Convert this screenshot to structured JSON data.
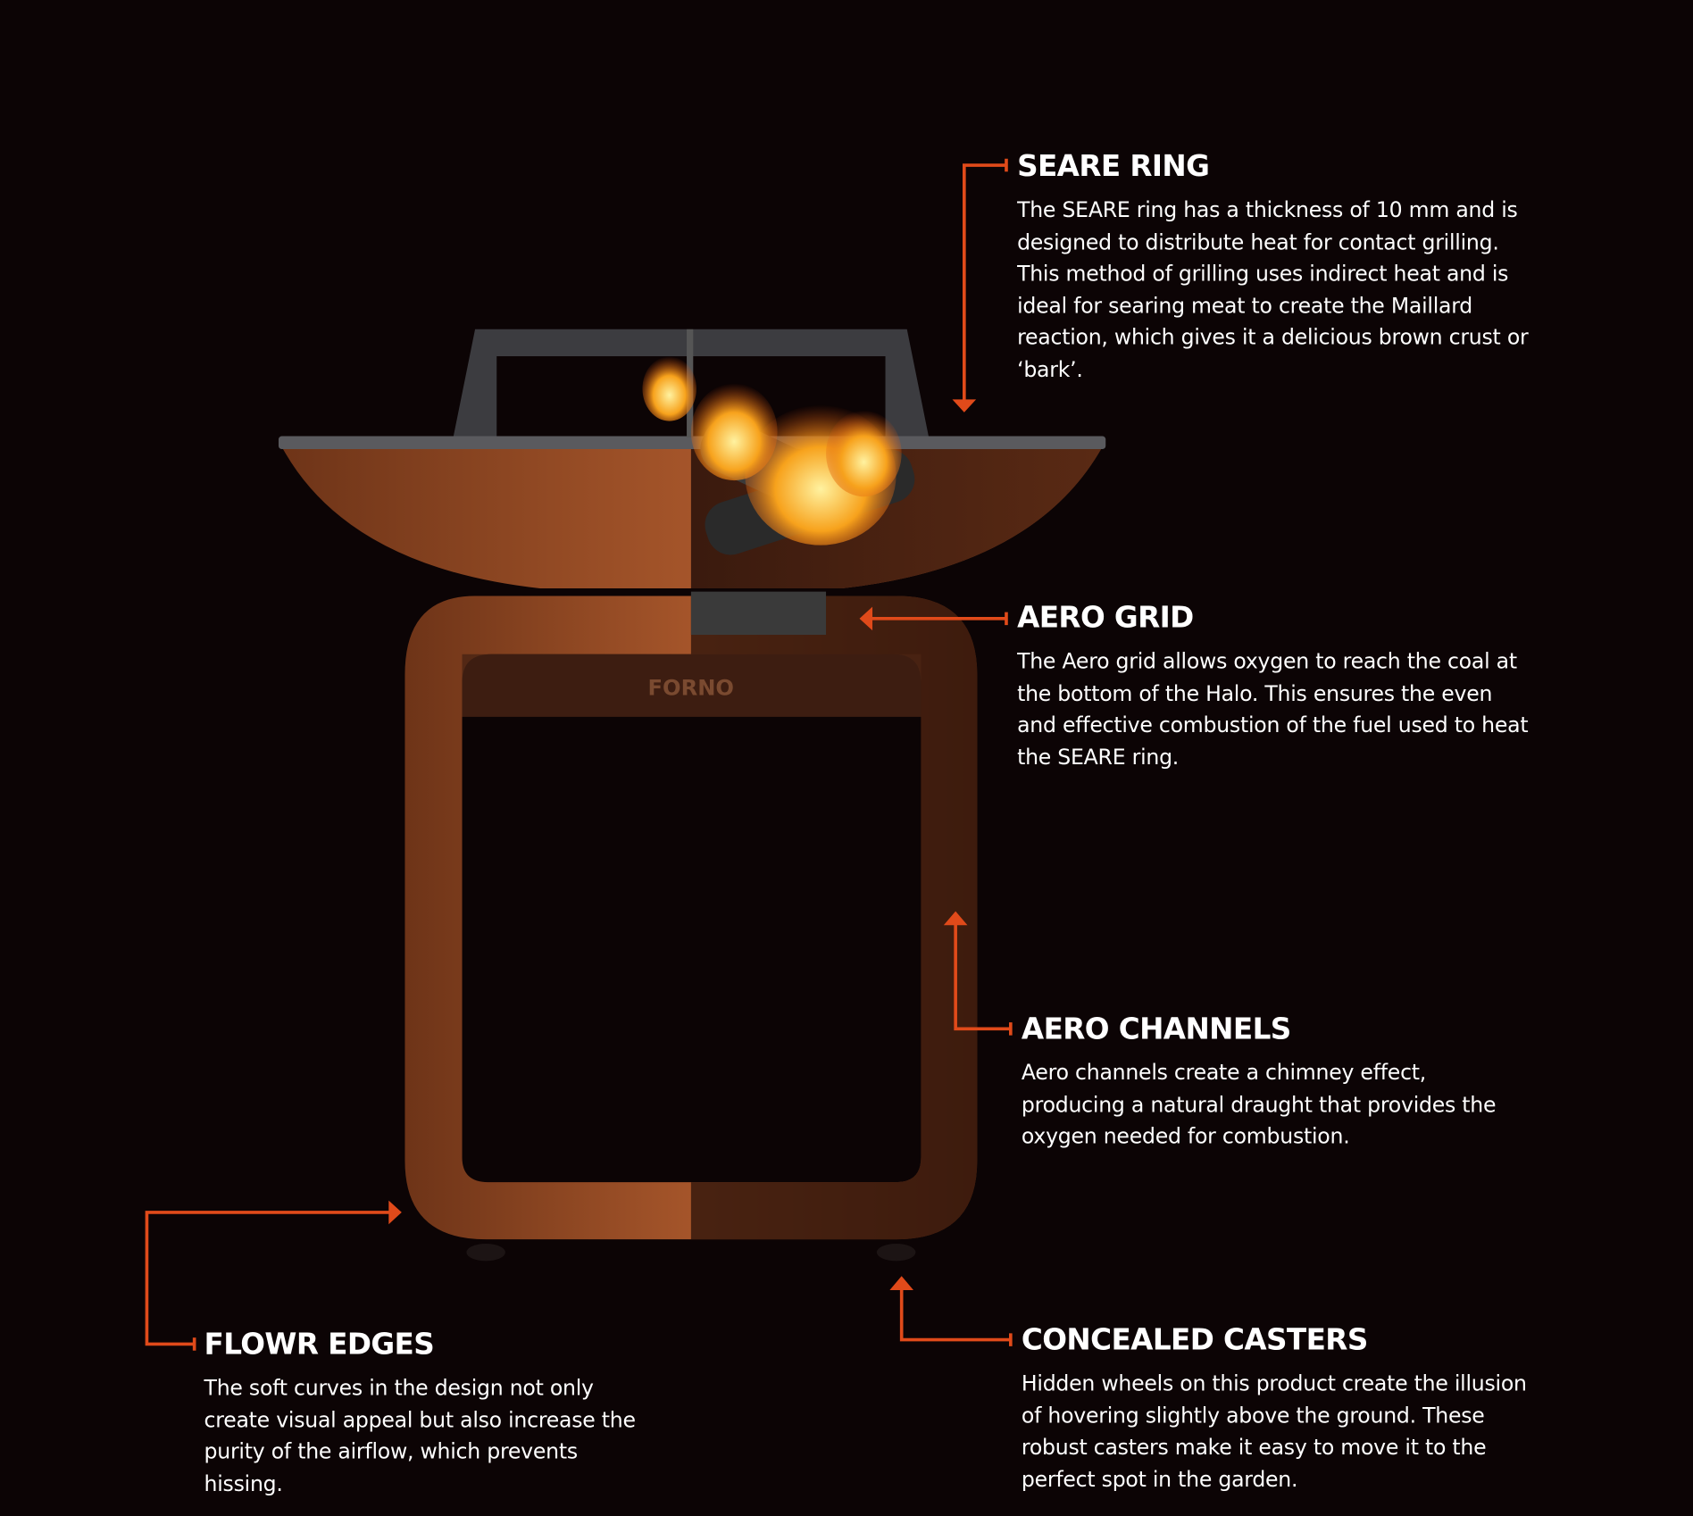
{
  "colors": {
    "background": "#0c0405",
    "accent": "#e04a1a",
    "corten": "#8a4420",
    "text": "#ffffff"
  },
  "product_logo_text": "FORNO",
  "callouts": {
    "seare_ring": {
      "title": "SEARE RING",
      "body": "The SEARE ring has a thickness of 10 mm and is designed to distribute heat for contact grilling. This method of grilling uses indirect heat and is ideal for searing meat to create the Maillard reaction, which gives it a delicious brown crust or ‘bark’."
    },
    "aero_grid": {
      "title": "AERO GRID",
      "body": "The Aero grid allows oxygen to reach the coal at the bottom of the Halo. This ensures the even and effective combustion of the fuel used to heat the SEARE ring."
    },
    "aero_channels": {
      "title": "AERO CHANNELS",
      "body": "Aero channels create a chimney effect, producing a natural draught that provides the oxygen needed for combustion."
    },
    "flowr_edges": {
      "title": "FLOWR EDGES",
      "body": "The soft curves in the design not only create visual appeal but also increase the purity of the airflow, which prevents hissing."
    },
    "concealed_casters": {
      "title": "CONCEALED CASTERS",
      "body": "Hidden wheels on this product create the illusion of hovering slightly above the ground. These robust casters make it easy to move it to the perfect spot in the garden."
    }
  }
}
